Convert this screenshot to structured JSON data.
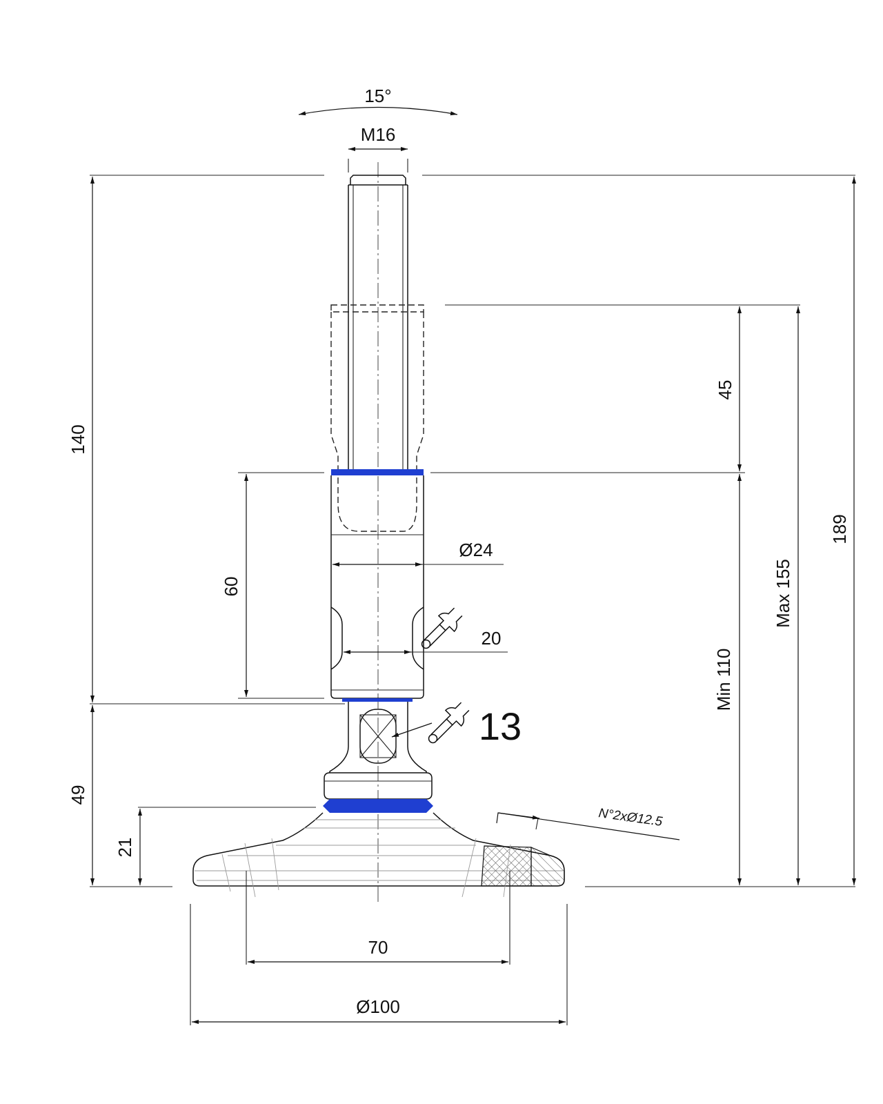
{
  "dimensions": {
    "tilt_angle": "15°",
    "thread": "M16",
    "stud_length": "140",
    "adjust_travel": "45",
    "total_height": "189",
    "max_height": "Max 155",
    "min_height": "Min 110",
    "body_length": "60",
    "body_diameter": "Ø24",
    "wrench_body": "20",
    "wrench_joint": "13",
    "base_height": "49",
    "pad_height": "21",
    "hole_spacing": "70",
    "base_diameter": "Ø100",
    "holes_note": "N°2xØ12.5"
  },
  "colors": {
    "seal_blue": "#1f3fd1",
    "line": "#111111",
    "background": "#ffffff"
  },
  "icons": [
    "wrench-icon",
    "wrench-icon"
  ]
}
